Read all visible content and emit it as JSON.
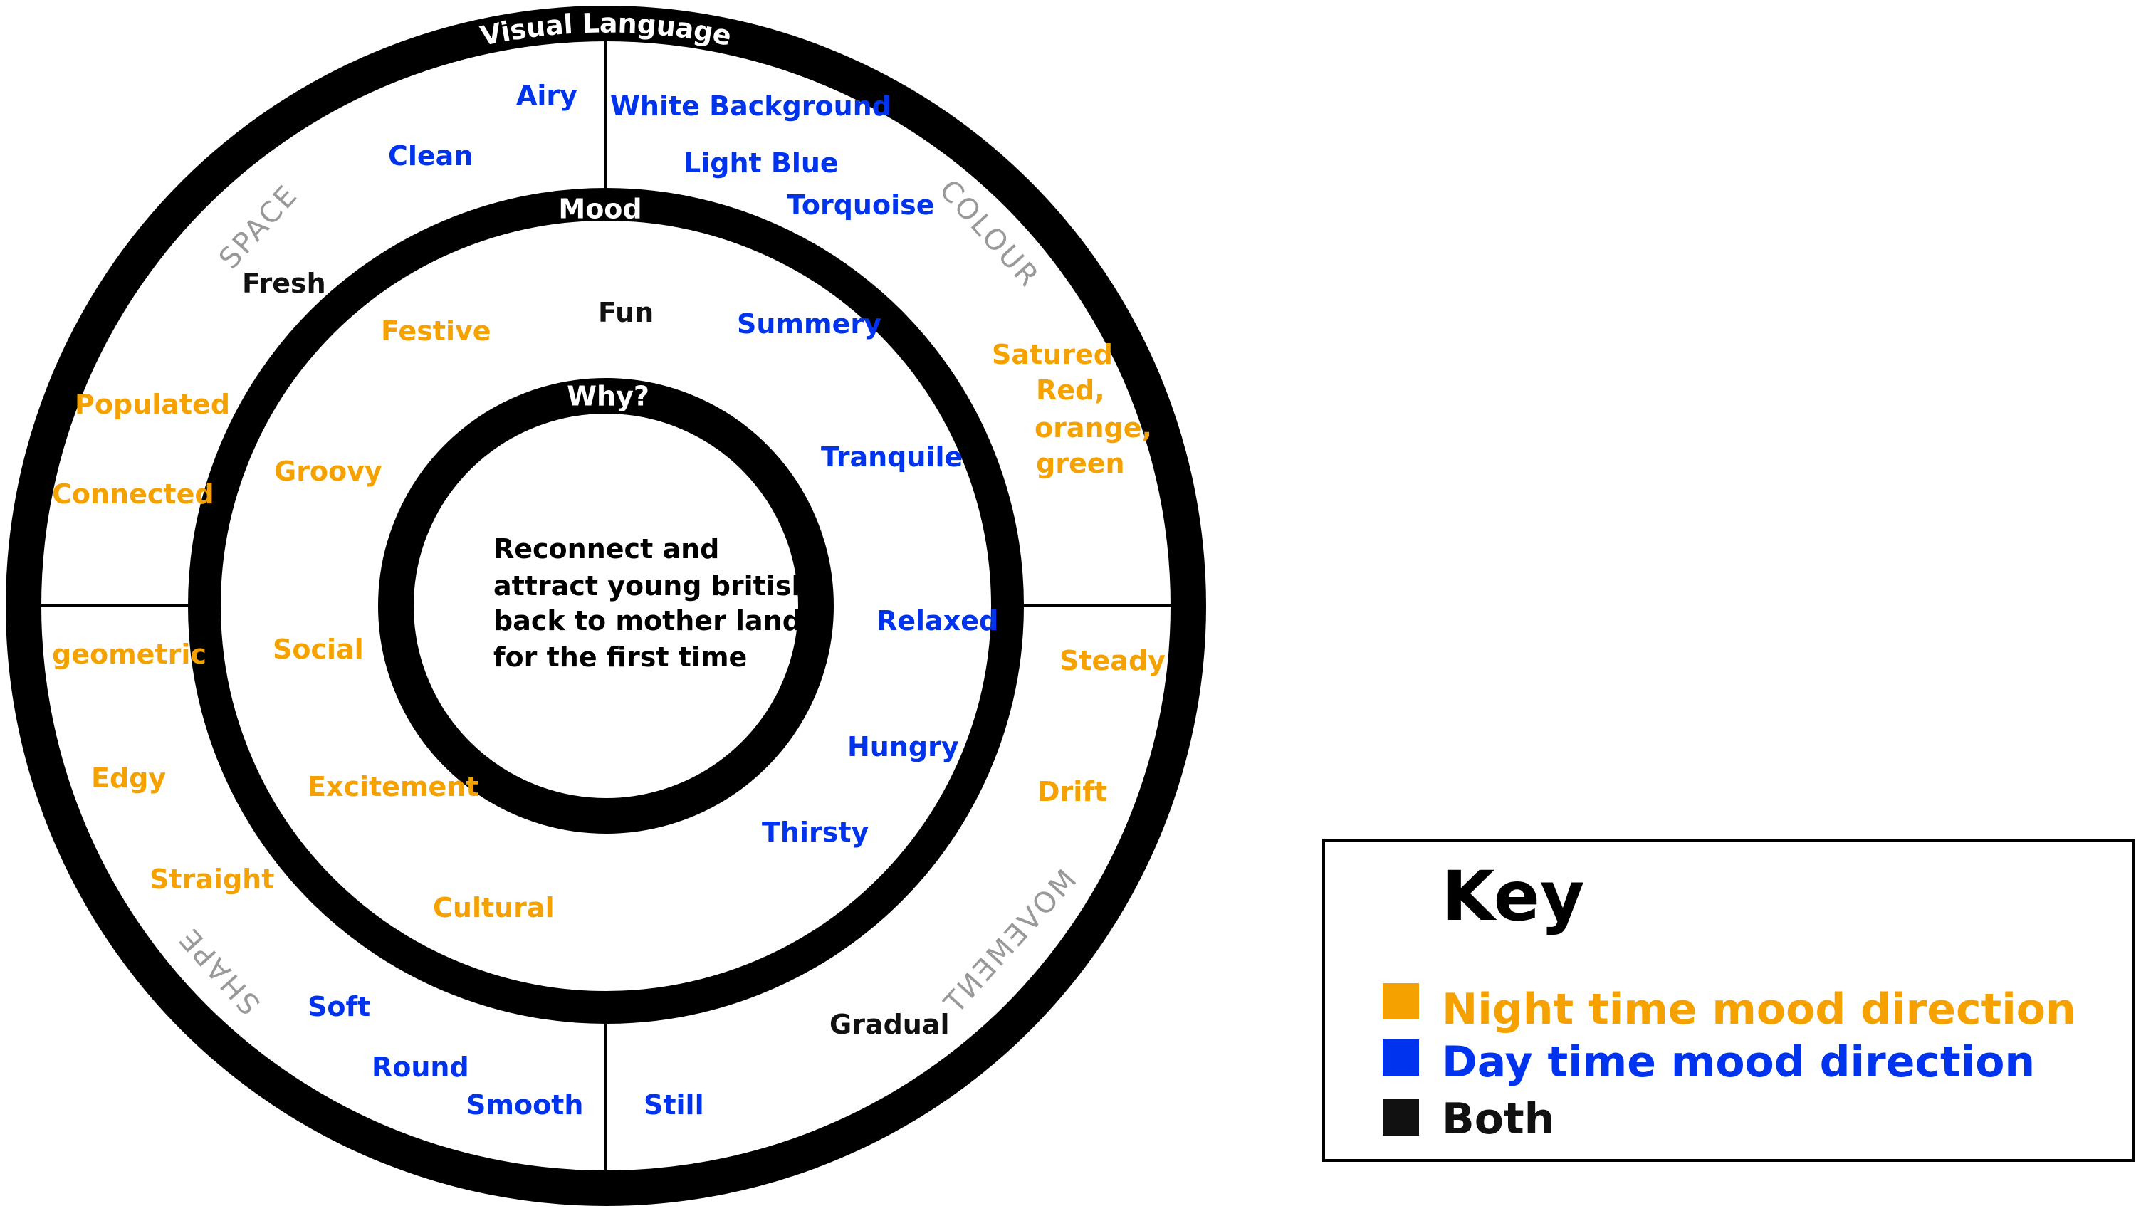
{
  "colors": {
    "night": "#f5a200",
    "day": "#0033ee",
    "both": "#111111",
    "ring": "#000000",
    "section_label": "#999999"
  },
  "rings": {
    "outer": "Visual Language",
    "middle": "Mood",
    "inner": "Why?"
  },
  "center": {
    "lines": [
      "Reconnect and",
      "attract young british",
      "back to mother land",
      "for the first time"
    ]
  },
  "sections": {
    "space": "SPACE",
    "colour": "COLOUR",
    "shape": "SHAPE",
    "movement": "MOVEMENT"
  },
  "outer_words": {
    "airy": "Airy",
    "clean": "Clean",
    "fresh": "Fresh",
    "populated": "Populated",
    "connected": "Connected",
    "white_background": "White Background",
    "light_blue": "Light Blue",
    "torquoise": "Torquoise",
    "satured": "Satured",
    "red": "Red,",
    "orange": "orange,",
    "green": "green",
    "geometric": "geometric",
    "edgy": "Edgy",
    "straight": "Straight",
    "soft": "Soft",
    "round": "Round",
    "smooth": "Smooth",
    "steady": "Steady",
    "drift": "Drift",
    "gradual": "Gradual",
    "still": "Still"
  },
  "mood_words": {
    "fun": "Fun",
    "festive": "Festive",
    "summery": "Summery",
    "groovy": "Groovy",
    "tranquile": "Tranquile",
    "social": "Social",
    "relaxed": "Relaxed",
    "hungry": "Hungry",
    "excitement": "Excitement",
    "thirsty": "Thirsty",
    "cultural": "Cultural"
  },
  "key": {
    "title": "Key",
    "night": "Night time mood direction",
    "day": "Day time mood direction",
    "both": "Both"
  }
}
